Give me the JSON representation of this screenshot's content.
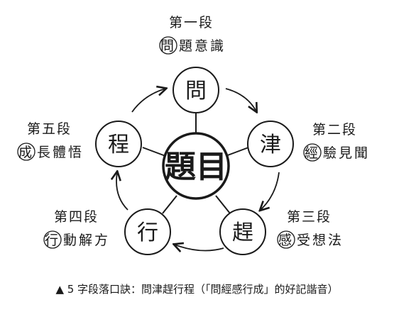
{
  "center": {
    "label": "題目"
  },
  "stages": [
    {
      "node": "問",
      "title": "第一段",
      "prefix": "問",
      "rest": "題意識"
    },
    {
      "node": "津",
      "title": "第二段",
      "prefix": "經",
      "rest": "驗見聞"
    },
    {
      "node": "趕",
      "title": "第三段",
      "prefix": "感",
      "rest": "受想法"
    },
    {
      "node": "行",
      "title": "第四段",
      "prefix": "行",
      "rest": "動解方"
    },
    {
      "node": "程",
      "title": "第五段",
      "prefix": "成",
      "rest": "長體悟"
    }
  ],
  "caption": "▲ 5 字段落口訣：問津趕行程（「問經感行成」的好記諧音）"
}
